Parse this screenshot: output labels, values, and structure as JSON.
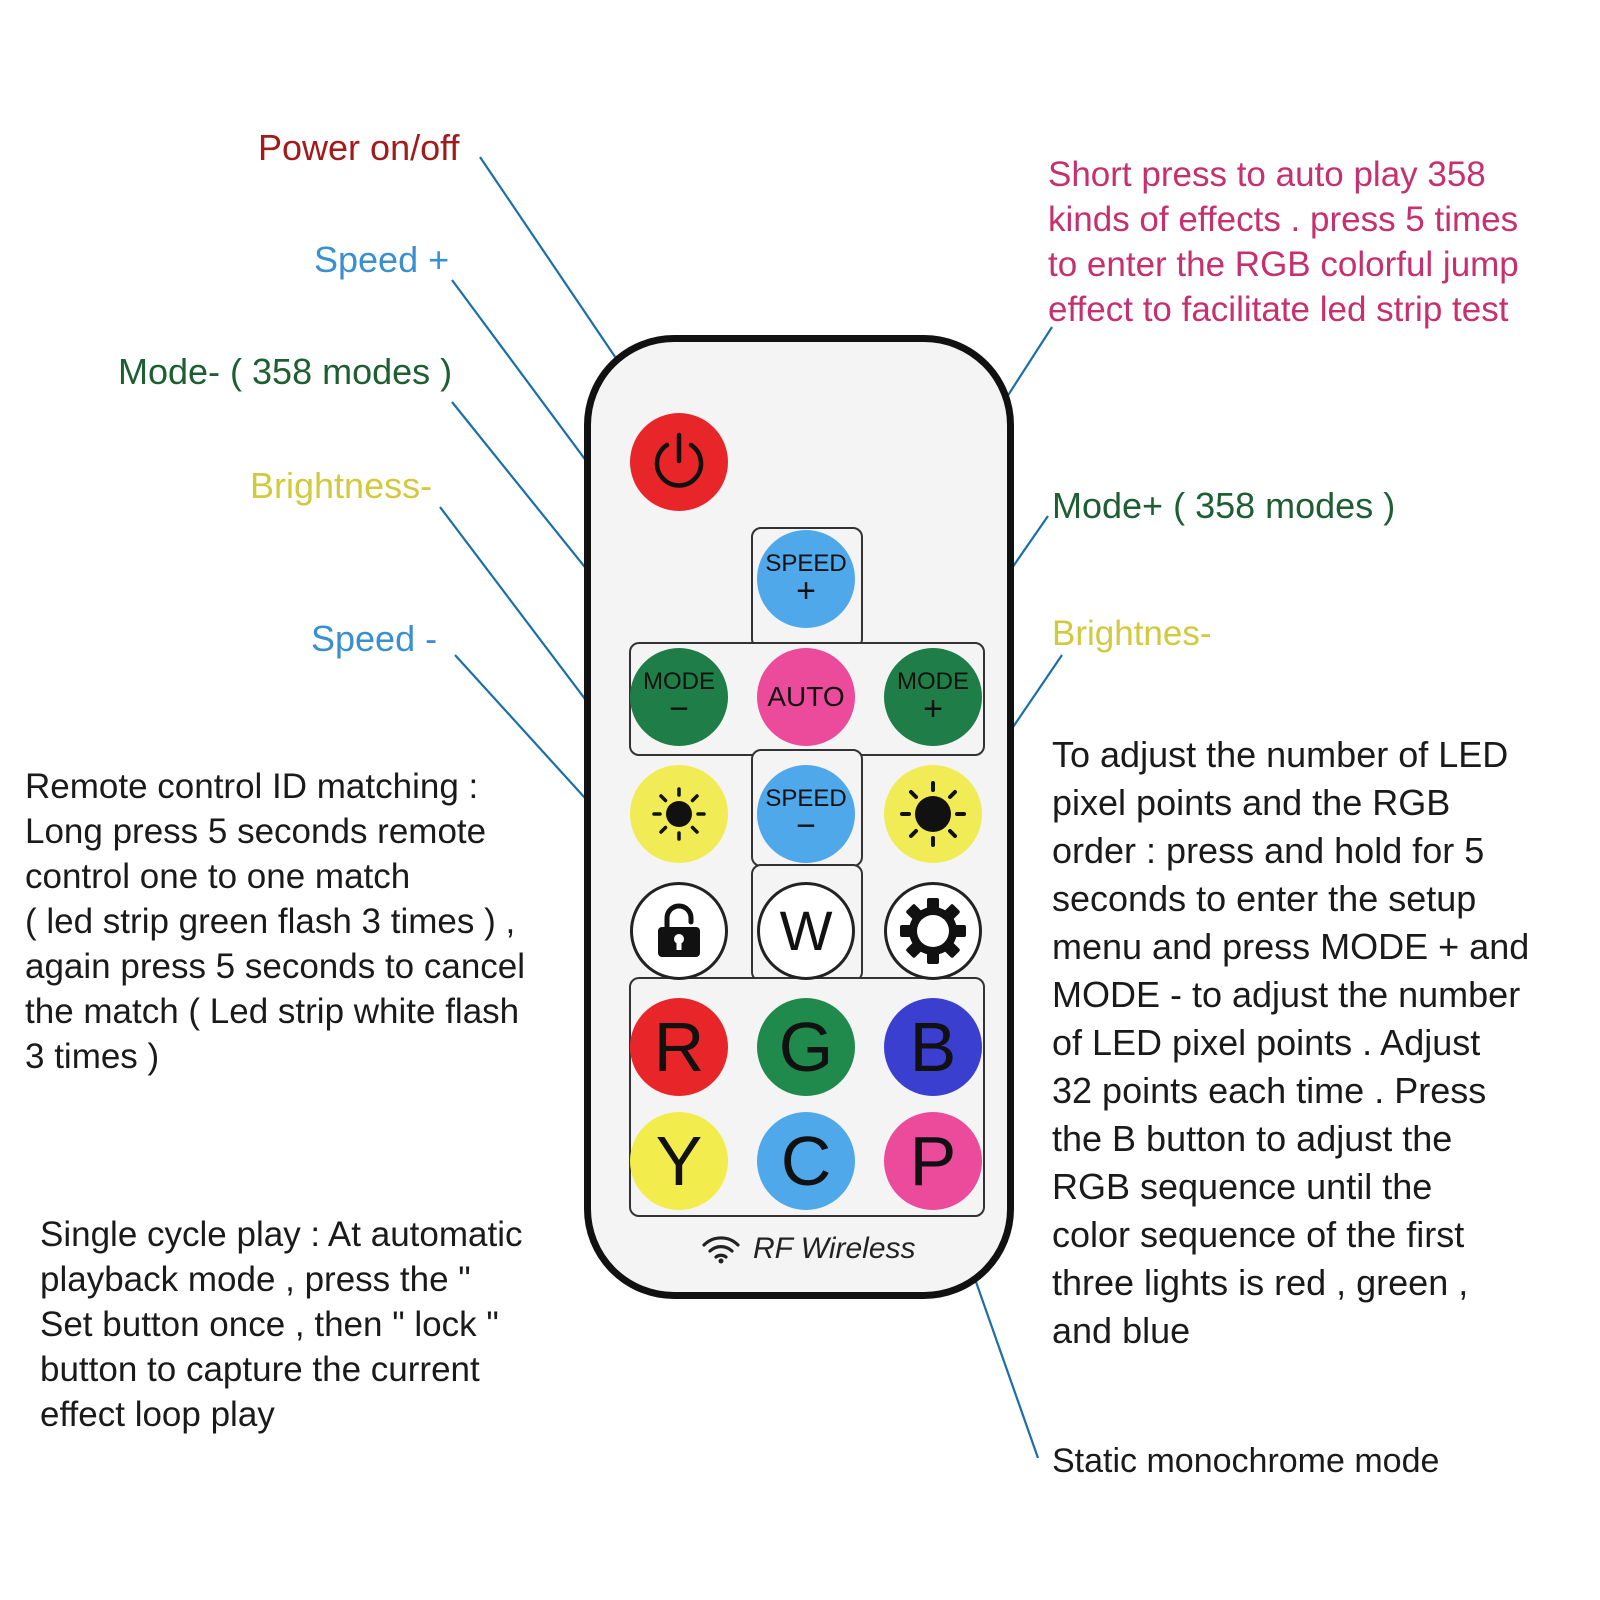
{
  "callouts": {
    "power": "Power on/off",
    "speed_plus": "Speed +",
    "mode_minus": "Mode- ( 358 modes )",
    "brightness_minus_left": "Brightness-",
    "speed_minus": "Speed -",
    "auto_desc": "Short press to auto play 358\nkinds of effects . press 5 times\nto enter the RGB colorful jump\neffect to facilitate led strip test",
    "mode_plus": "Mode+ ( 358 modes )",
    "brightness_right": "Brightnes-",
    "id_matching": "Remote control ID matching :\nLong press 5 seconds remote\ncontrol one to one match\n( led strip green flash 3 times ) ,\nagain press 5 seconds to cancel\nthe match ( Led strip white flash\n3 times )",
    "single_cycle": "Single cycle play : At automatic\nplayback mode , press the \"\nSet button once , then \" lock \"\nbutton to capture the current\neffect loop play",
    "setup": "To adjust the number of LED\npixel points and the RGB\norder : press and hold for 5\nseconds to enter the setup\nmenu and press MODE + and\nMODE - to adjust the number\nof LED pixel points . Adjust\n32 points each time . Press\nthe B button to adjust the\nRGB sequence until the\ncolor sequence of the first\nthree lights is red , green ,\nand blue",
    "static_mode": "Static monochrome mode"
  },
  "remote": {
    "speed_plus": {
      "label": "SPEED",
      "symbol": "+"
    },
    "mode_minus": {
      "label": "MODE",
      "symbol": "−"
    },
    "auto": {
      "label": "AUTO"
    },
    "mode_plus": {
      "label": "MODE",
      "symbol": "+"
    },
    "speed_minus": {
      "label": "SPEED",
      "symbol": "−"
    },
    "white": "W",
    "red": "R",
    "green": "G",
    "blue": "B",
    "yellow": "Y",
    "cyan": "C",
    "purple": "P",
    "brand": "RF Wireless"
  },
  "colors": {
    "power": "#e8262a",
    "speed": "#4fa8ea",
    "mode": "#1f7d47",
    "auto": "#ec4a9b",
    "bright": "#f1ec55",
    "red": "#e8262a",
    "green": "#1f8a4c",
    "blue": "#3b3fcf",
    "yellow": "#f2ec4d",
    "cyan": "#4fa8ea",
    "purple": "#ec4a9b",
    "leader_line": "#1a6fa8"
  }
}
